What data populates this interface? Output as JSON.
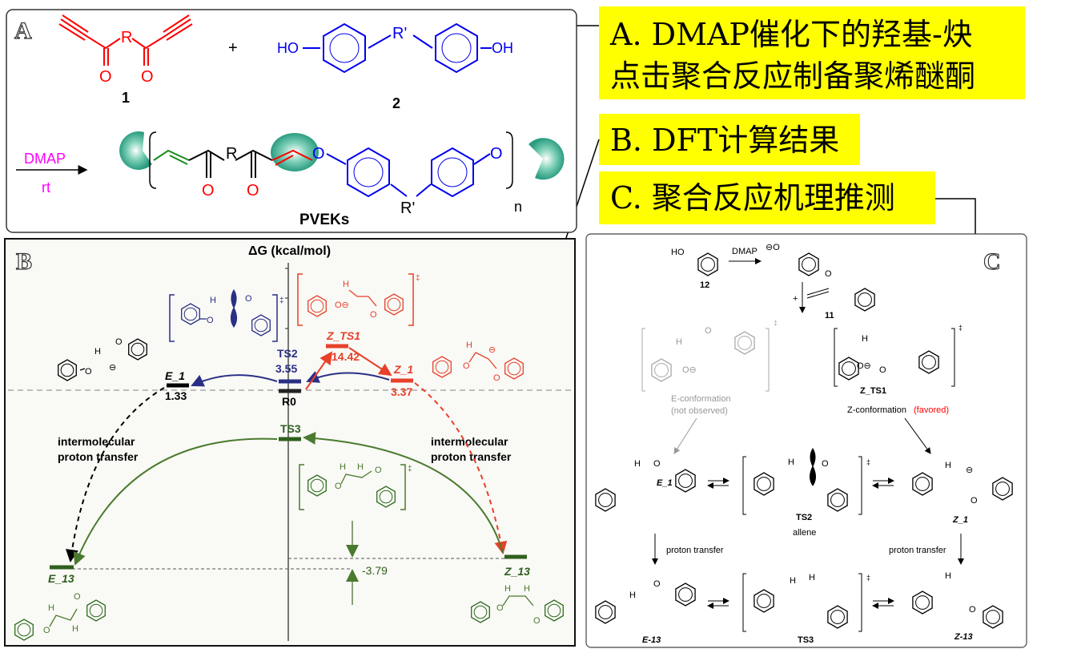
{
  "callouts": {
    "a_line1": "A. DMAP催化下的羟基-炔",
    "a_line2": "点击聚合反应制备聚烯醚酮",
    "b": "B. DFT计算结果",
    "c": "C. 聚合反应机理推测"
  },
  "panel_a": {
    "label": "A",
    "r": "R",
    "o1": "O",
    "o2": "O",
    "num1": "1",
    "plus": "+",
    "ho": "HO",
    "oh": "OH",
    "rprime": "R'",
    "num2": "2",
    "reagent": "DMAP",
    "condition": "rt",
    "poly_r": "R",
    "poly_o1": "O",
    "poly_o2": "O",
    "poly_o3": "O",
    "poly_o4": "O",
    "poly_rprime": "R'",
    "n": "n",
    "product": "PVEKs"
  },
  "panel_b": {
    "label": "B",
    "axis_title": "ΔG (kcal/mol)",
    "levels": {
      "e1": {
        "name": "E_1",
        "value": "1.33"
      },
      "ts2": {
        "name": "TS2",
        "value": "3.55"
      },
      "r0": {
        "name": "R0"
      },
      "zts1": {
        "name": "Z_TS1",
        "value": "14.42"
      },
      "z1": {
        "name": "Z_1",
        "value": "3.37"
      },
      "ts3": {
        "name": "TS3"
      },
      "e13": {
        "name": "E_13"
      },
      "z13": {
        "name": "Z_13"
      },
      "diff": "-3.79"
    },
    "annot_left_1": "intermolecular",
    "annot_left_2": "proton transfer",
    "annot_right_1": "intermolecular",
    "annot_right_2": "proton transfer",
    "atoms": {
      "h": "H",
      "o": "O",
      "neg": "⊖",
      "dagger": "‡"
    }
  },
  "panel_c": {
    "label": "C",
    "ho": "HO",
    "num12": "12",
    "dmap": "DMAP",
    "phenoxide": "⊖O",
    "plus": "+",
    "num11": "11",
    "o": "O",
    "e_conf_1": "E-conformation",
    "e_conf_2": "(not observed)",
    "z_ts1": "Z_TS1",
    "z_conf": "Z-conformation",
    "favored": "(favored)",
    "e1": "E_1",
    "ts2": "TS2",
    "allene": "allene",
    "z1": "Z_1",
    "pt_left": "proton transfer",
    "pt_right": "proton transfer",
    "e13": "E-13",
    "ts3": "TS3",
    "z13": "Z-13",
    "h": "H",
    "neg": "⊖",
    "dagger": "‡",
    "o_neg": "O⊖"
  },
  "colors": {
    "highlight": "#ffff00",
    "red": "#ff0000",
    "blue": "#0000ee",
    "green": "#2e6b1e",
    "navy": "#2a2f86",
    "bred": "#e8402a",
    "magenta": "#ff00ff",
    "teal": "#3aa88c"
  }
}
